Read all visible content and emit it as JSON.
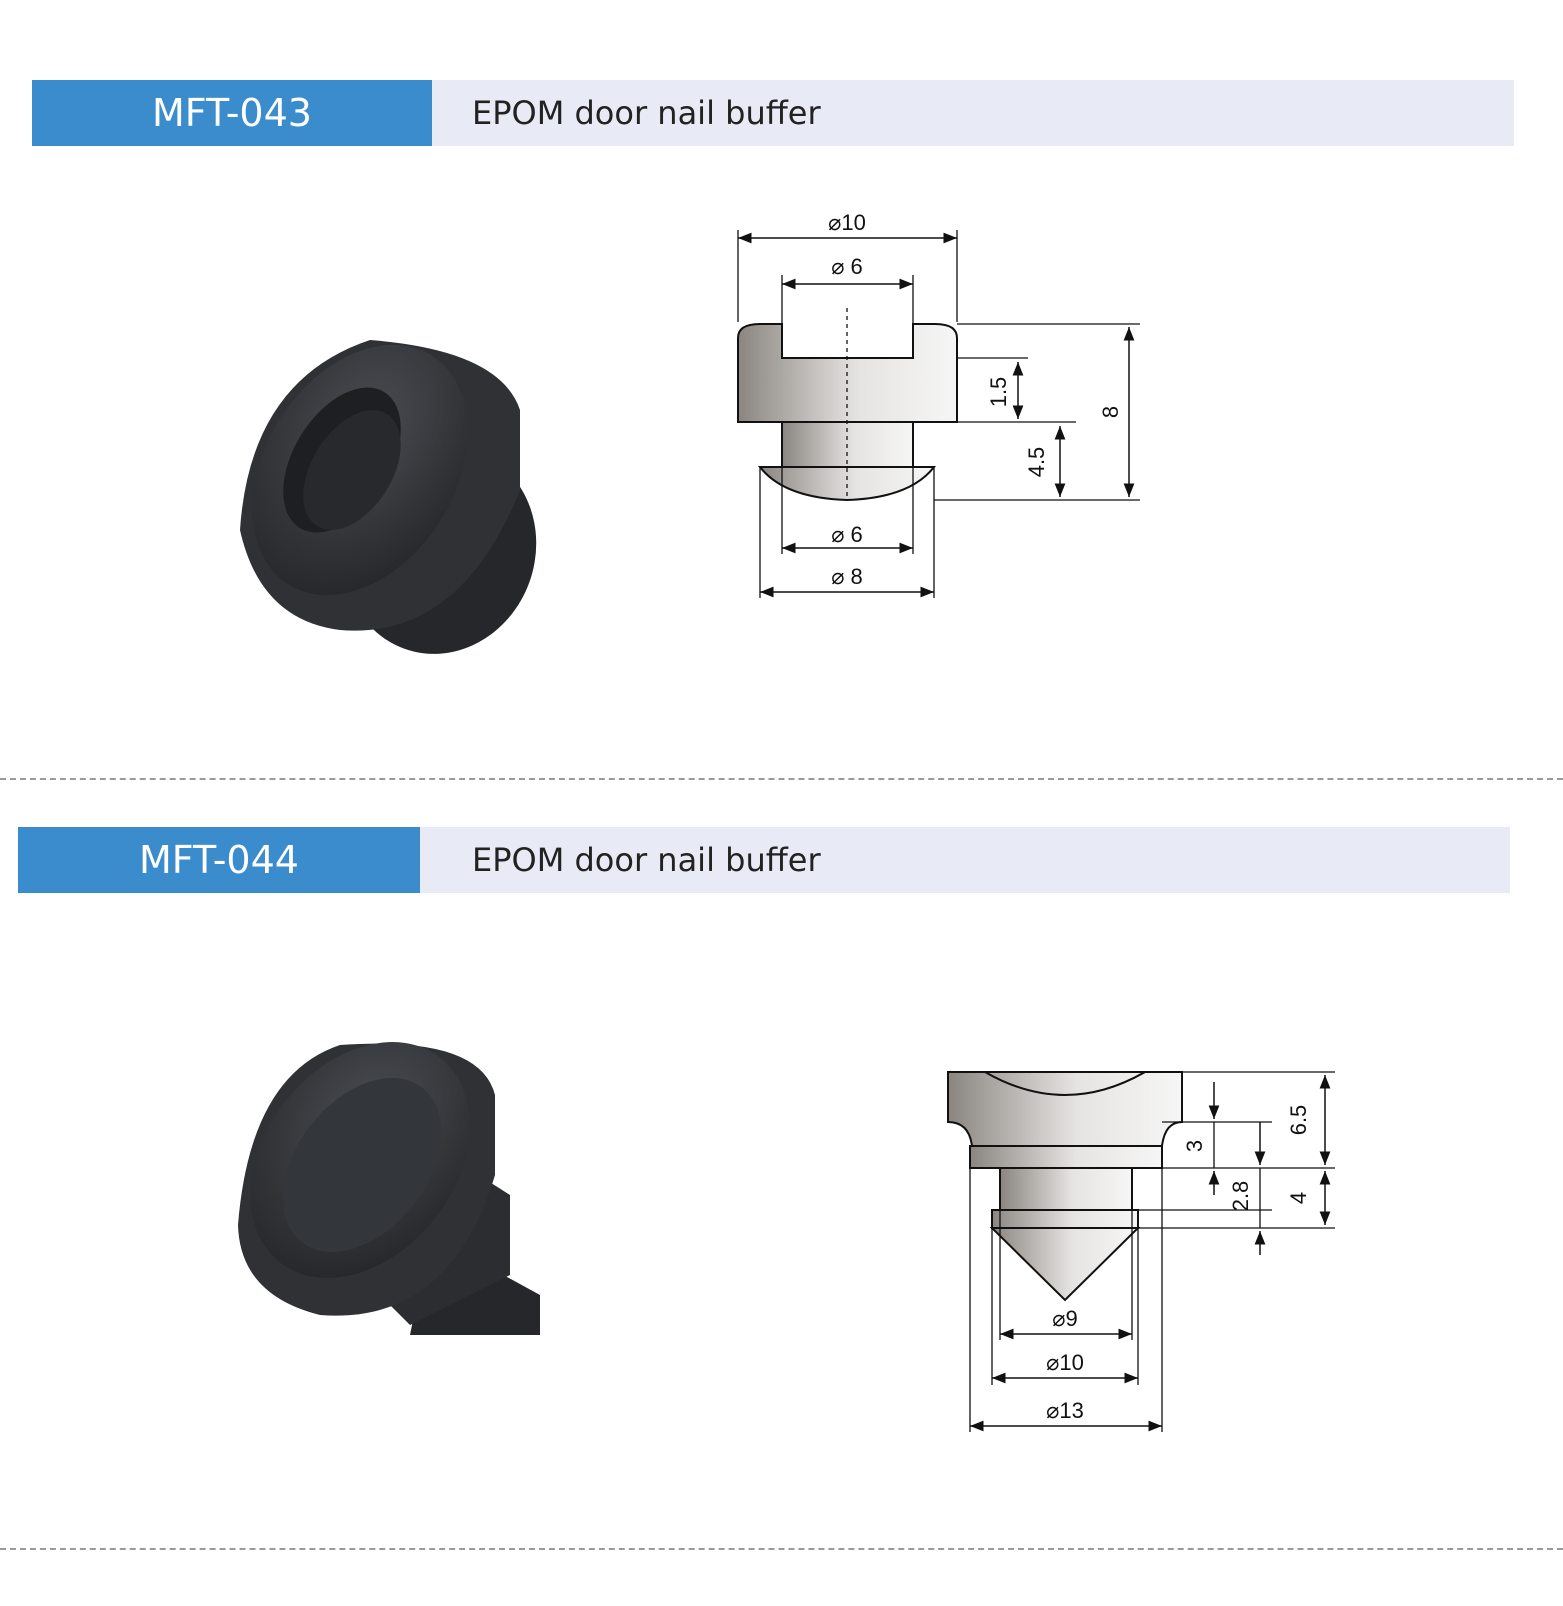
{
  "products": [
    {
      "code": "MFT-043",
      "title": "EPOM door nail buffer",
      "dimensions": {
        "top_outer_diameter": "⌀10",
        "top_inner_diameter": "⌀ 6",
        "lower_inner_diameter": "⌀ 6",
        "lower_outer_diameter": "⌀ 8",
        "head_height": "1.5",
        "shank_height": "4.5",
        "total_height": "8"
      }
    },
    {
      "code": "MFT-044",
      "title": "EPOM door nail buffer",
      "dimensions": {
        "cone_diameter": "⌀9",
        "mid_diameter": "⌀10",
        "head_diameter": "⌀13",
        "head_height": "3",
        "shank_height": "2.8",
        "upper_height": "6.5",
        "lower_height": "4"
      }
    }
  ],
  "colors": {
    "code_bg": "#3a8ccc",
    "title_bg": "#e8ebf5",
    "rubber": "#2e3034"
  }
}
